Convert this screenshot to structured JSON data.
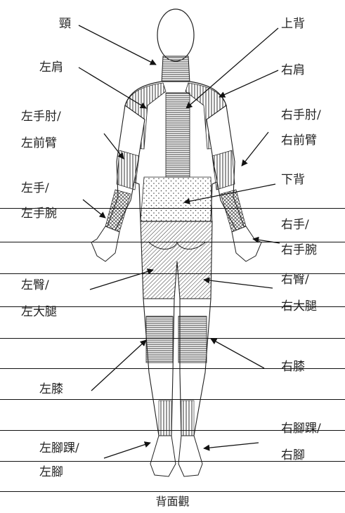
{
  "labels": {
    "neck": "頸",
    "upper_back": "上背",
    "left_shoulder": "左肩",
    "right_shoulder": "右肩",
    "left_elbow_1": "左手肘/",
    "left_elbow_2": "左前臂",
    "right_elbow_1": "右手肘/",
    "right_elbow_2": "右前臂",
    "lower_back": "下背",
    "left_hand_1": "左手/",
    "left_hand_2": "左手腕",
    "right_hand_1": "右手/",
    "right_hand_2": "右手腕",
    "left_hip_1": "左臀/",
    "left_hip_2": "左大腿",
    "right_hip_1": "右臀/",
    "right_hip_2": "右大腿",
    "left_knee": "左膝",
    "right_knee": "右膝",
    "left_ankle_1": "左腳踝/",
    "left_ankle_2": "左腳",
    "right_ankle_1": "右腳踝/",
    "right_ankle_2": "右腳"
  },
  "caption": "背面觀"
}
